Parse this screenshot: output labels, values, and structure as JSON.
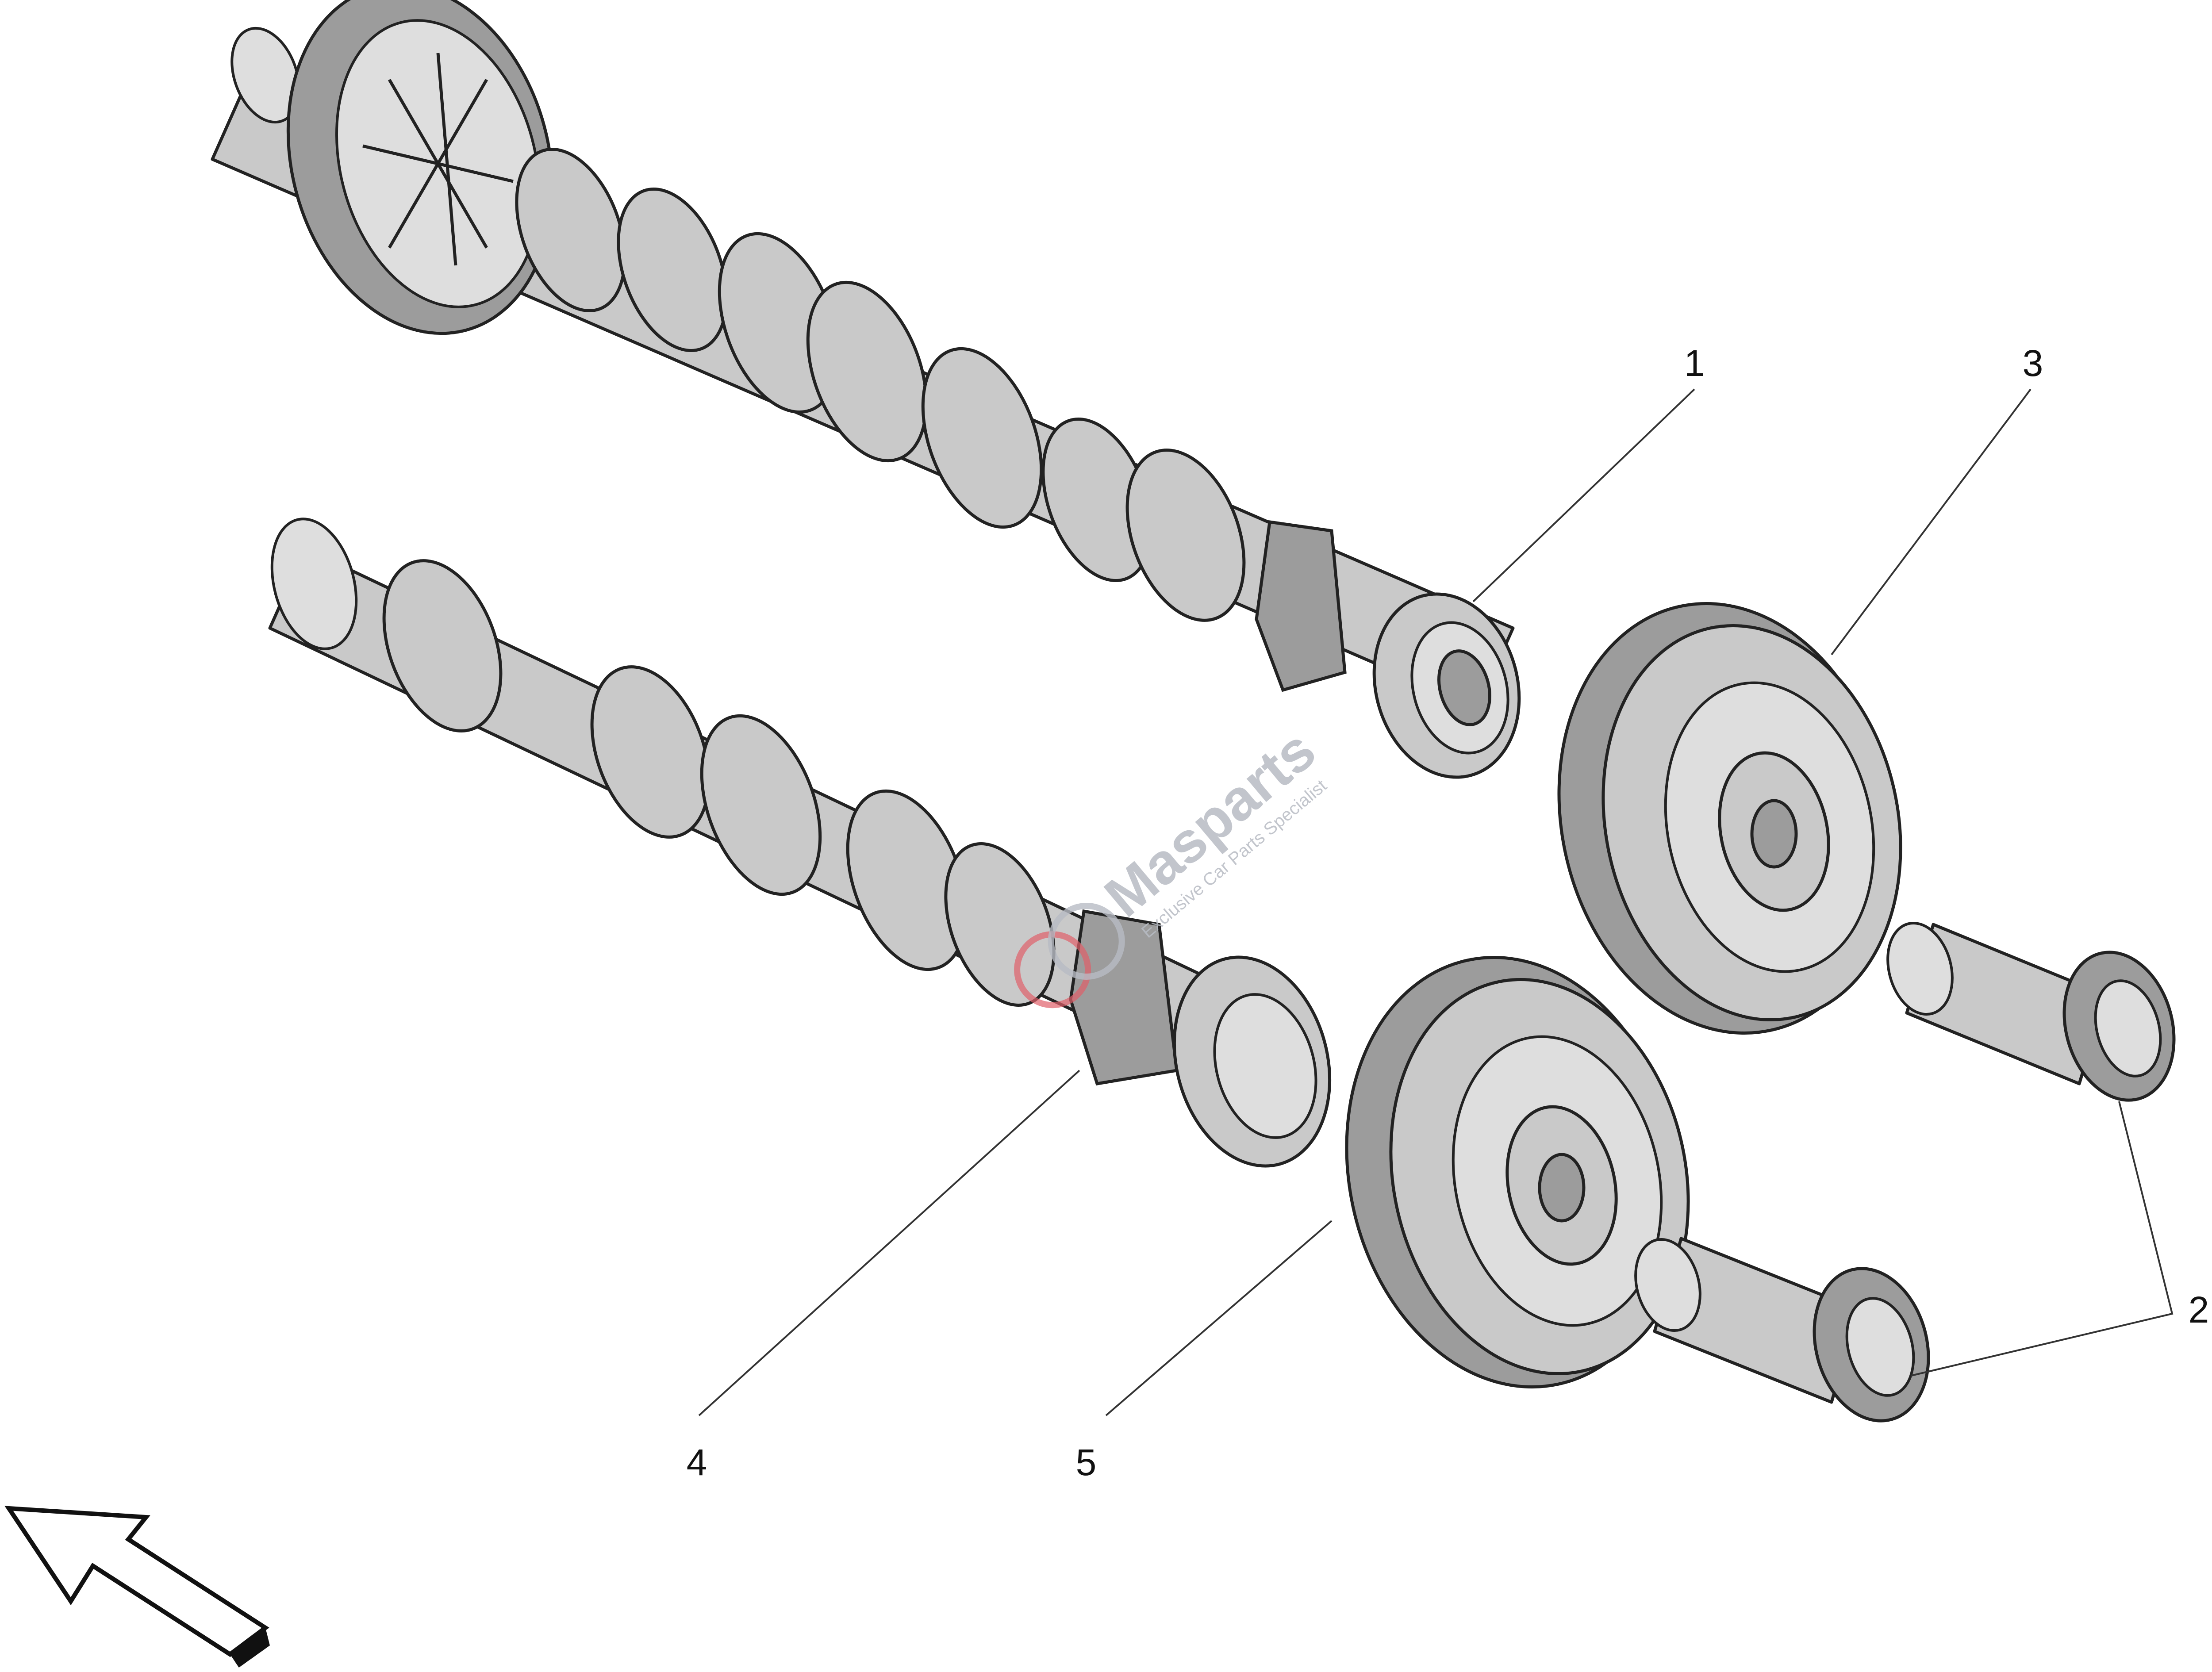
{
  "diagram": {
    "callouts": [
      {
        "id": "1",
        "label": "1"
      },
      {
        "id": "2",
        "label": "2"
      },
      {
        "id": "3",
        "label": "3"
      },
      {
        "id": "4",
        "label": "4"
      },
      {
        "id": "5",
        "label": "5"
      }
    ],
    "watermark": {
      "brand": "Masparts",
      "tagline": "Exclusive Car Parts Specialist"
    },
    "colors": {
      "part_fill": "#c9c9c9",
      "part_outline": "#222222",
      "watermark_red": "#e0606a",
      "watermark_gray": "#b8bcc4"
    }
  }
}
